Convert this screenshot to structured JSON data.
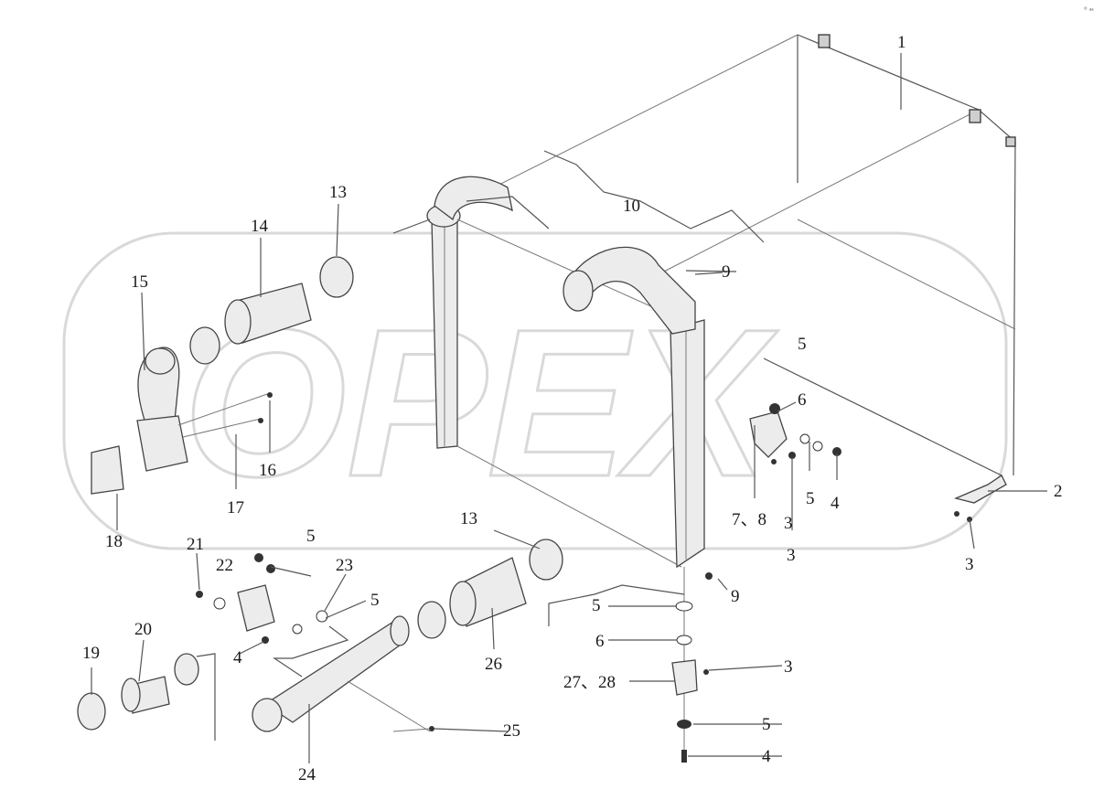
{
  "watermark": {
    "text": "OPEX"
  },
  "corner_mark": "° ᵃᵃ",
  "colors": {
    "line": "#555555",
    "part_fill": "#ececec",
    "label": "#1a1a1a",
    "watermark": "#d9d9d9"
  },
  "labels": [
    {
      "text": "1"
    },
    {
      "text": "2"
    },
    {
      "text": "3"
    },
    {
      "text": "3"
    },
    {
      "text": "3"
    },
    {
      "text": "3"
    },
    {
      "text": "4"
    },
    {
      "text": "4"
    },
    {
      "text": "4"
    },
    {
      "text": "5"
    },
    {
      "text": "5"
    },
    {
      "text": "5"
    },
    {
      "text": "5"
    },
    {
      "text": "5"
    },
    {
      "text": "5"
    },
    {
      "text": "6"
    },
    {
      "text": "6"
    },
    {
      "text": "7、8"
    },
    {
      "text": "9"
    },
    {
      "text": "9"
    },
    {
      "text": "10"
    },
    {
      "text": "13"
    },
    {
      "text": "13"
    },
    {
      "text": "14"
    },
    {
      "text": "15"
    },
    {
      "text": "16"
    },
    {
      "text": "17"
    },
    {
      "text": "18"
    },
    {
      "text": "19"
    },
    {
      "text": "20"
    },
    {
      "text": "21"
    },
    {
      "text": "22"
    },
    {
      "text": "23"
    },
    {
      "text": "24"
    },
    {
      "text": "25"
    },
    {
      "text": "26"
    },
    {
      "text": "27、28"
    }
  ]
}
